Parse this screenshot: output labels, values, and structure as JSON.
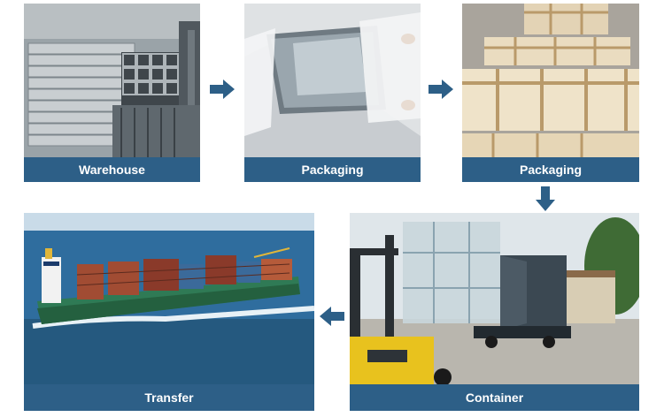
{
  "steps": {
    "warehouse": {
      "label": "Warehouse",
      "photo": "stacked steel channel profiles in warehouse"
    },
    "packaging_1": {
      "label": "Packaging",
      "photo": "metal sheet being wrapped in protective film"
    },
    "packaging_2": {
      "label": "Packaging",
      "photo": "stacked wooden shipping crates"
    },
    "container": {
      "label": "Container",
      "photo": "forklift loading crates into shipping container on truck"
    },
    "transfer": {
      "label": "Transfer",
      "photo": "container ship at sea"
    }
  },
  "arrows": [
    "arrow-right-icon",
    "arrow-right-icon",
    "arrow-down-icon",
    "arrow-left-icon"
  ],
  "colors": {
    "caption_bg": "#2d5f87",
    "caption_text": "#ffffff",
    "arrow": "#2d5f87"
  }
}
